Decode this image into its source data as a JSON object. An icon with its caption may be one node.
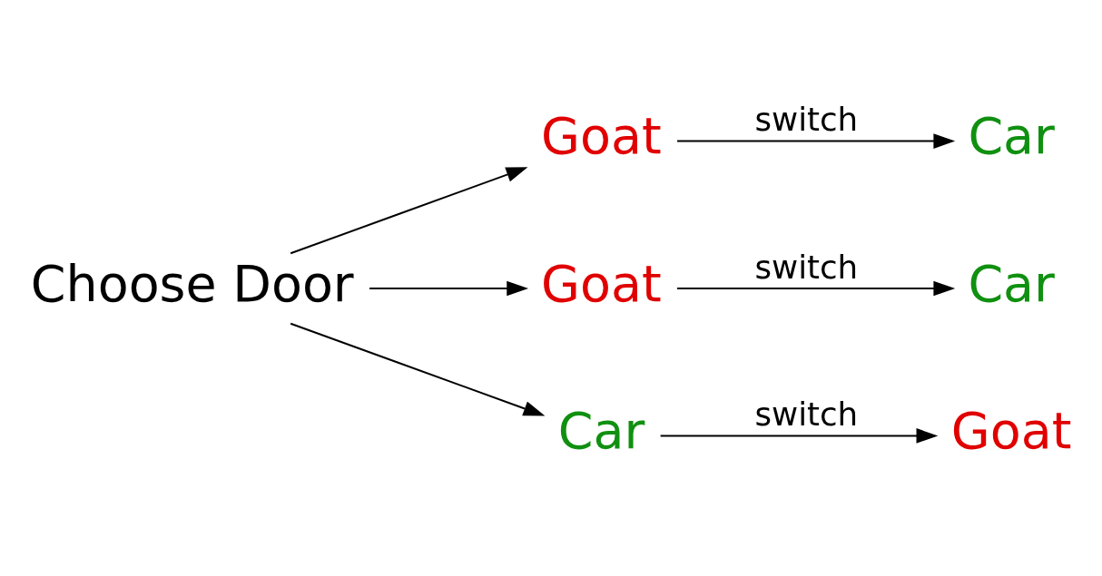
{
  "diagram": {
    "nodes": [
      {
        "text": [
          "Choose Door"
        ]
      },
      {
        "text": [
          "Goat"
        ]
      },
      {
        "text": [
          "Goat"
        ]
      },
      {
        "text": [
          "Car"
        ]
      },
      {
        "text": [
          "Car"
        ]
      },
      {
        "text": [
          "Car"
        ]
      },
      {
        "text": [
          "Goat"
        ]
      }
    ],
    "edges": [
      {
        "from": 0,
        "to": 1,
        "arrow": "to"
      },
      {
        "from": 0,
        "to": 2,
        "arrow": "to"
      },
      {
        "from": 0,
        "to": 3,
        "arrow": "to"
      },
      {
        "from": 1,
        "to": 4,
        "arrow": "to",
        "label": "switch"
      },
      {
        "from": 2,
        "to": 5,
        "arrow": "to",
        "label": "switch"
      },
      {
        "from": 3,
        "to": 6,
        "arrow": "to",
        "label": "switch"
      }
    ]
  }
}
